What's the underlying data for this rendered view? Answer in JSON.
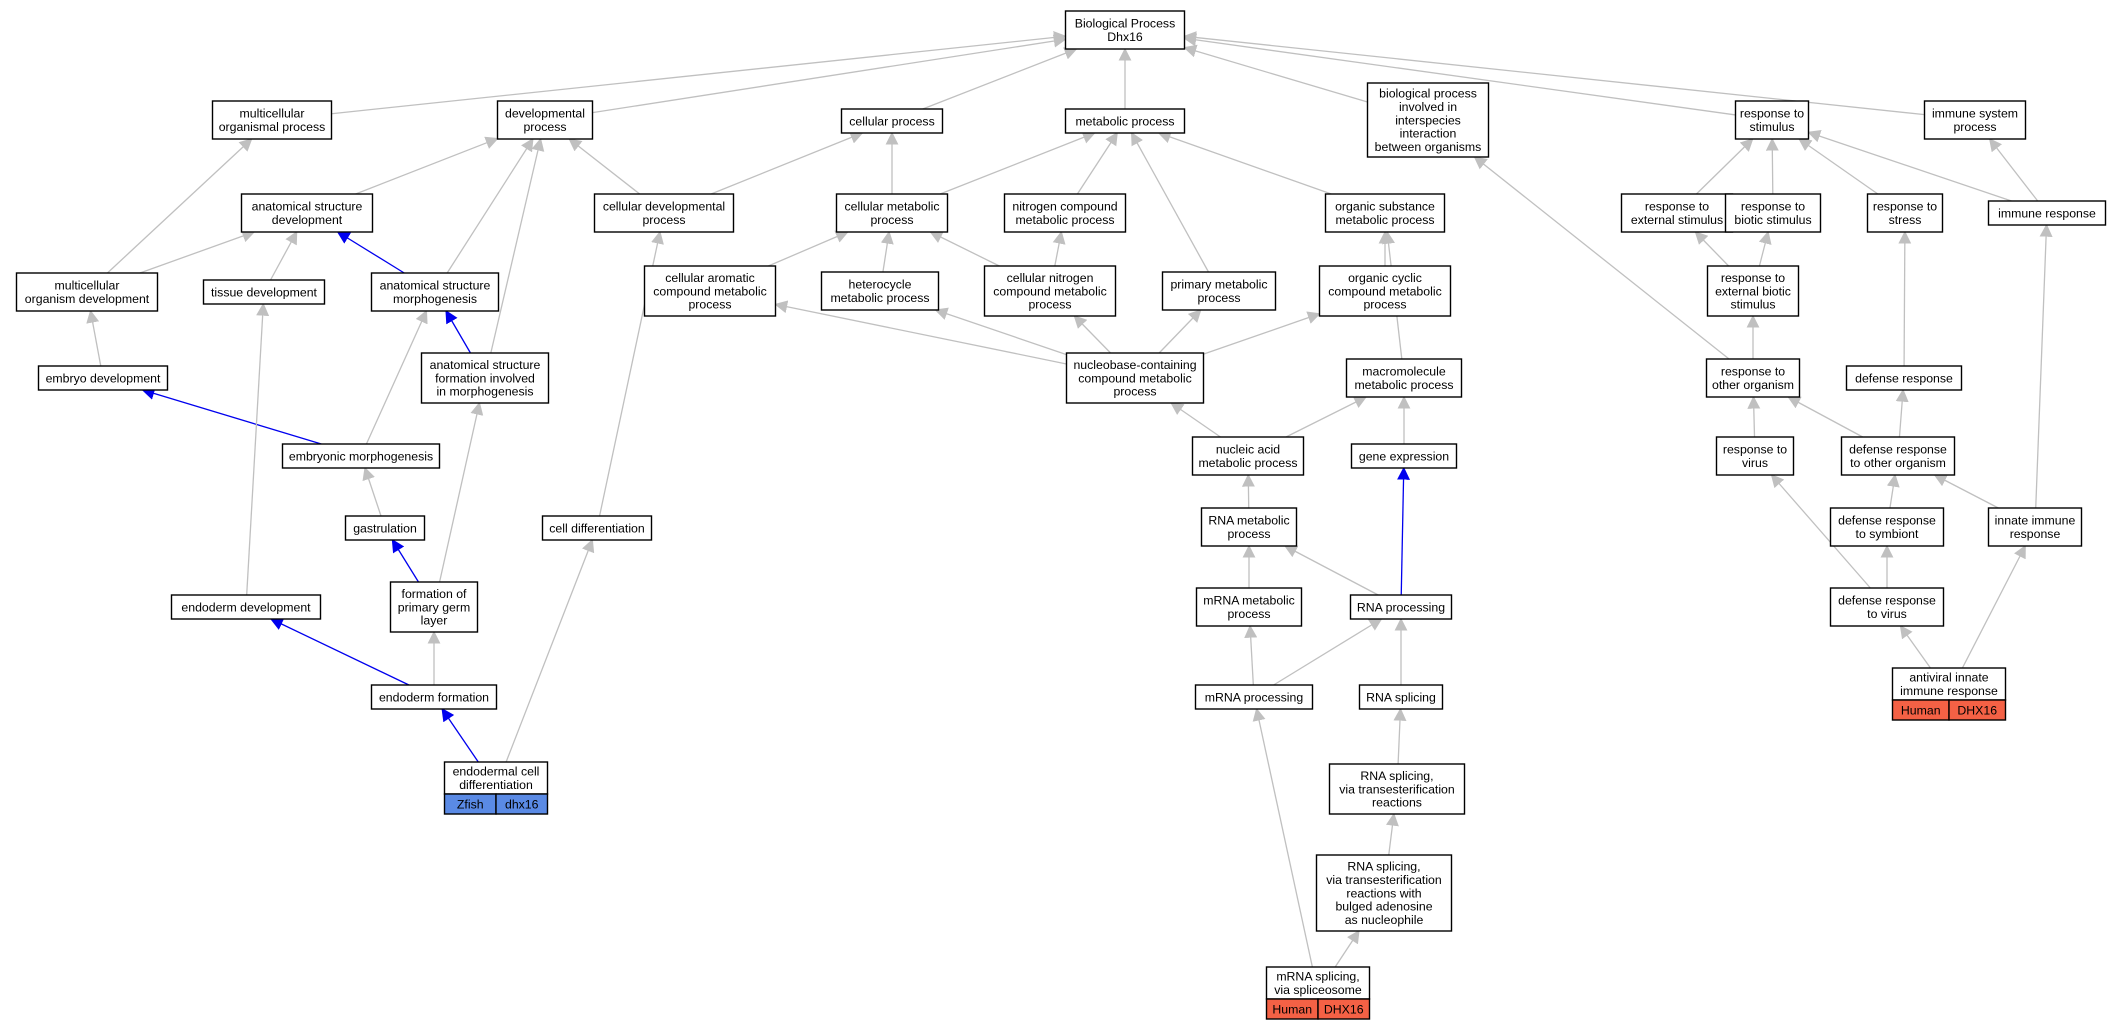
{
  "colors": {
    "edge_default": "#c0c0c0",
    "edge_highlight": "#0000ee",
    "human": "#f46145",
    "zfish": "#5a8ae5"
  },
  "nodes": [
    {
      "id": "bp",
      "lines": [
        "Biological Process",
        "Dhx16"
      ]
    },
    {
      "id": "multi_org",
      "lines": [
        "multicellular",
        "organismal process"
      ]
    },
    {
      "id": "dev_proc",
      "lines": [
        "developmental",
        "process"
      ]
    },
    {
      "id": "cell_proc",
      "lines": [
        "cellular process"
      ]
    },
    {
      "id": "met_proc",
      "lines": [
        "metabolic process"
      ]
    },
    {
      "id": "interspecies",
      "lines": [
        "biological process",
        "involved in",
        "interspecies",
        "interaction",
        "between organisms"
      ]
    },
    {
      "id": "resp_stim",
      "lines": [
        "response to",
        "stimulus"
      ]
    },
    {
      "id": "imm_sys",
      "lines": [
        "immune system",
        "process"
      ]
    },
    {
      "id": "anat_dev",
      "lines": [
        "anatomical structure",
        "development"
      ]
    },
    {
      "id": "cell_dev",
      "lines": [
        "cellular developmental",
        "process"
      ]
    },
    {
      "id": "cell_met",
      "lines": [
        "cellular metabolic",
        "process"
      ]
    },
    {
      "id": "nitro_met",
      "lines": [
        "nitrogen compound",
        "metabolic process"
      ]
    },
    {
      "id": "org_sub",
      "lines": [
        "organic substance",
        "metabolic process"
      ]
    },
    {
      "id": "resp_ext",
      "lines": [
        "response to",
        "external stimulus"
      ]
    },
    {
      "id": "resp_bio",
      "lines": [
        "response to",
        "biotic stimulus"
      ]
    },
    {
      "id": "resp_stress",
      "lines": [
        "response to",
        "stress"
      ]
    },
    {
      "id": "imm_resp",
      "lines": [
        "immune response"
      ]
    },
    {
      "id": "multi_dev",
      "lines": [
        "multicellular",
        "organism development"
      ]
    },
    {
      "id": "tissue_dev",
      "lines": [
        "tissue development"
      ]
    },
    {
      "id": "anat_morph",
      "lines": [
        "anatomical structure",
        "morphogenesis"
      ]
    },
    {
      "id": "arom_met",
      "lines": [
        "cellular aromatic",
        "compound metabolic",
        "process"
      ]
    },
    {
      "id": "hetero_met",
      "lines": [
        "heterocycle",
        "metabolic process"
      ]
    },
    {
      "id": "cell_nitro",
      "lines": [
        "cellular nitrogen",
        "compound metabolic",
        "process"
      ]
    },
    {
      "id": "prim_met",
      "lines": [
        "primary metabolic",
        "process"
      ]
    },
    {
      "id": "org_cyc",
      "lines": [
        "organic cyclic",
        "compound metabolic",
        "process"
      ]
    },
    {
      "id": "resp_ext_bio",
      "lines": [
        "response to",
        "external biotic",
        "stimulus"
      ]
    },
    {
      "id": "embryo_dev",
      "lines": [
        "embryo development"
      ]
    },
    {
      "id": "anat_form",
      "lines": [
        "anatomical structure",
        "formation involved",
        "in morphogenesis"
      ]
    },
    {
      "id": "nucleobase",
      "lines": [
        "nucleobase-containing",
        "compound metabolic",
        "process"
      ]
    },
    {
      "id": "macro_met",
      "lines": [
        "macromolecule",
        "metabolic process"
      ]
    },
    {
      "id": "resp_other",
      "lines": [
        "response to",
        "other organism"
      ]
    },
    {
      "id": "def_resp",
      "lines": [
        "defense response"
      ]
    },
    {
      "id": "embryonic_morph",
      "lines": [
        "embryonic morphogenesis"
      ]
    },
    {
      "id": "na_met",
      "lines": [
        "nucleic acid",
        "metabolic process"
      ]
    },
    {
      "id": "gene_exp",
      "lines": [
        "gene expression"
      ]
    },
    {
      "id": "resp_virus",
      "lines": [
        "response to",
        "virus"
      ]
    },
    {
      "id": "def_other",
      "lines": [
        "defense response",
        "to other organism"
      ]
    },
    {
      "id": "gastrulation",
      "lines": [
        "gastrulation"
      ]
    },
    {
      "id": "cell_diff",
      "lines": [
        "cell differentiation"
      ]
    },
    {
      "id": "rna_met",
      "lines": [
        "RNA metabolic",
        "process"
      ]
    },
    {
      "id": "def_symb",
      "lines": [
        "defense response",
        "to symbiont"
      ]
    },
    {
      "id": "innate",
      "lines": [
        "innate immune",
        "response"
      ]
    },
    {
      "id": "endo_dev",
      "lines": [
        "endoderm development"
      ]
    },
    {
      "id": "form_germ",
      "lines": [
        "formation of",
        "primary germ",
        "layer"
      ]
    },
    {
      "id": "mrna_met",
      "lines": [
        "mRNA metabolic",
        "process"
      ]
    },
    {
      "id": "rna_proc",
      "lines": [
        "RNA processing"
      ]
    },
    {
      "id": "def_virus",
      "lines": [
        "defense response",
        "to virus"
      ]
    },
    {
      "id": "endo_form",
      "lines": [
        "endoderm formation"
      ]
    },
    {
      "id": "mrna_proc",
      "lines": [
        "mRNA processing"
      ]
    },
    {
      "id": "rna_splicing",
      "lines": [
        "RNA splicing"
      ]
    },
    {
      "id": "antiviral",
      "lines": [
        "antiviral innate",
        "immune response"
      ],
      "tag": {
        "species": "Human",
        "gene": "DHX16",
        "color": "#f46145"
      }
    },
    {
      "id": "rna_spl_trans",
      "lines": [
        "RNA splicing,",
        "via transesterification",
        "reactions"
      ]
    },
    {
      "id": "endo_cell_diff",
      "lines": [
        "endodermal cell",
        "differentiation"
      ],
      "tag": {
        "species": "Zfish",
        "gene": "dhx16",
        "color": "#5a8ae5"
      }
    },
    {
      "id": "rna_spl_bulged",
      "lines": [
        "RNA splicing,",
        "via transesterification",
        "reactions with",
        "bulged adenosine",
        "as nucleophile"
      ]
    },
    {
      "id": "mrna_spl",
      "lines": [
        "mRNA splicing,",
        "via spliceosome"
      ],
      "tag": {
        "species": "Human",
        "gene": "DHX16",
        "color": "#f46145"
      }
    }
  ],
  "edges": [
    {
      "from": "multi_org",
      "to": "bp",
      "hl": false
    },
    {
      "from": "dev_proc",
      "to": "bp",
      "hl": false
    },
    {
      "from": "cell_proc",
      "to": "bp",
      "hl": false
    },
    {
      "from": "met_proc",
      "to": "bp",
      "hl": false
    },
    {
      "from": "interspecies",
      "to": "bp",
      "hl": false
    },
    {
      "from": "resp_stim",
      "to": "bp",
      "hl": false
    },
    {
      "from": "imm_sys",
      "to": "bp",
      "hl": false
    },
    {
      "from": "anat_dev",
      "to": "dev_proc",
      "hl": false
    },
    {
      "from": "cell_dev",
      "to": "dev_proc",
      "hl": false
    },
    {
      "from": "cell_dev",
      "to": "cell_proc",
      "hl": false
    },
    {
      "from": "cell_met",
      "to": "cell_proc",
      "hl": false
    },
    {
      "from": "cell_met",
      "to": "met_proc",
      "hl": false
    },
    {
      "from": "nitro_met",
      "to": "met_proc",
      "hl": false
    },
    {
      "from": "org_sub",
      "to": "met_proc",
      "hl": false
    },
    {
      "from": "prim_met",
      "to": "met_proc",
      "hl": false
    },
    {
      "from": "resp_ext",
      "to": "resp_stim",
      "hl": false
    },
    {
      "from": "resp_bio",
      "to": "resp_stim",
      "hl": false
    },
    {
      "from": "resp_stress",
      "to": "resp_stim",
      "hl": false
    },
    {
      "from": "imm_resp",
      "to": "resp_stim",
      "hl": false
    },
    {
      "from": "imm_resp",
      "to": "imm_sys",
      "hl": false
    },
    {
      "from": "multi_dev",
      "to": "multi_org",
      "hl": false
    },
    {
      "from": "multi_dev",
      "to": "anat_dev",
      "hl": false
    },
    {
      "from": "tissue_dev",
      "to": "anat_dev",
      "hl": false
    },
    {
      "from": "anat_morph",
      "to": "anat_dev",
      "hl": true
    },
    {
      "from": "anat_morph",
      "to": "dev_proc",
      "hl": false
    },
    {
      "from": "anat_form",
      "to": "dev_proc",
      "hl": false
    },
    {
      "from": "anat_form",
      "to": "anat_morph",
      "hl": true
    },
    {
      "from": "embryo_dev",
      "to": "multi_dev",
      "hl": false
    },
    {
      "from": "embryonic_morph",
      "to": "embryo_dev",
      "hl": true
    },
    {
      "from": "embryonic_morph",
      "to": "anat_morph",
      "hl": false
    },
    {
      "from": "gastrulation",
      "to": "embryonic_morph",
      "hl": false
    },
    {
      "from": "form_germ",
      "to": "gastrulation",
      "hl": true
    },
    {
      "from": "form_germ",
      "to": "anat_form",
      "hl": false
    },
    {
      "from": "endo_form",
      "to": "form_germ",
      "hl": false
    },
    {
      "from": "endo_form",
      "to": "endo_dev",
      "hl": true
    },
    {
      "from": "endo_dev",
      "to": "tissue_dev",
      "hl": false
    },
    {
      "from": "endo_cell_diff",
      "to": "endo_form",
      "hl": true
    },
    {
      "from": "endo_cell_diff",
      "to": "cell_diff",
      "hl": false
    },
    {
      "from": "cell_diff",
      "to": "cell_dev",
      "hl": false
    },
    {
      "from": "arom_met",
      "to": "cell_met",
      "hl": false
    },
    {
      "from": "hetero_met",
      "to": "cell_met",
      "hl": false
    },
    {
      "from": "cell_nitro",
      "to": "cell_met",
      "hl": false
    },
    {
      "from": "cell_nitro",
      "to": "nitro_met",
      "hl": false
    },
    {
      "from": "org_cyc",
      "to": "org_sub",
      "hl": false
    },
    {
      "from": "macro_met",
      "to": "org_sub",
      "hl": false
    },
    {
      "from": "nucleobase",
      "to": "arom_met",
      "hl": false
    },
    {
      "from": "nucleobase",
      "to": "hetero_met",
      "hl": false
    },
    {
      "from": "nucleobase",
      "to": "cell_nitro",
      "hl": false
    },
    {
      "from": "nucleobase",
      "to": "prim_met",
      "hl": false
    },
    {
      "from": "nucleobase",
      "to": "org_cyc",
      "hl": false
    },
    {
      "from": "na_met",
      "to": "nucleobase",
      "hl": false
    },
    {
      "from": "na_met",
      "to": "macro_met",
      "hl": false
    },
    {
      "from": "gene_exp",
      "to": "macro_met",
      "hl": false
    },
    {
      "from": "rna_met",
      "to": "na_met",
      "hl": false
    },
    {
      "from": "mrna_met",
      "to": "rna_met",
      "hl": false
    },
    {
      "from": "rna_proc",
      "to": "rna_met",
      "hl": false
    },
    {
      "from": "rna_proc",
      "to": "gene_exp",
      "hl": true
    },
    {
      "from": "mrna_proc",
      "to": "mrna_met",
      "hl": false
    },
    {
      "from": "mrna_proc",
      "to": "rna_proc",
      "hl": false
    },
    {
      "from": "rna_splicing",
      "to": "rna_proc",
      "hl": false
    },
    {
      "from": "rna_spl_trans",
      "to": "rna_splicing",
      "hl": false
    },
    {
      "from": "rna_spl_bulged",
      "to": "rna_spl_trans",
      "hl": false
    },
    {
      "from": "mrna_spl",
      "to": "rna_spl_bulged",
      "hl": false
    },
    {
      "from": "mrna_spl",
      "to": "mrna_proc",
      "hl": false
    },
    {
      "from": "resp_ext_bio",
      "to": "resp_ext",
      "hl": false
    },
    {
      "from": "resp_ext_bio",
      "to": "resp_bio",
      "hl": false
    },
    {
      "from": "resp_other",
      "to": "resp_ext_bio",
      "hl": false
    },
    {
      "from": "resp_other",
      "to": "interspecies",
      "hl": false
    },
    {
      "from": "resp_virus",
      "to": "resp_other",
      "hl": false
    },
    {
      "from": "def_other",
      "to": "resp_other",
      "hl": false
    },
    {
      "from": "def_other",
      "to": "def_resp",
      "hl": false
    },
    {
      "from": "def_resp",
      "to": "resp_stress",
      "hl": false
    },
    {
      "from": "def_symb",
      "to": "def_other",
      "hl": false
    },
    {
      "from": "innate",
      "to": "def_other",
      "hl": false
    },
    {
      "from": "innate",
      "to": "imm_resp",
      "hl": false
    },
    {
      "from": "def_virus",
      "to": "def_symb",
      "hl": false
    },
    {
      "from": "def_virus",
      "to": "resp_virus",
      "hl": false
    },
    {
      "from": "antiviral",
      "to": "def_virus",
      "hl": false
    },
    {
      "from": "antiviral",
      "to": "innate",
      "hl": false
    }
  ]
}
